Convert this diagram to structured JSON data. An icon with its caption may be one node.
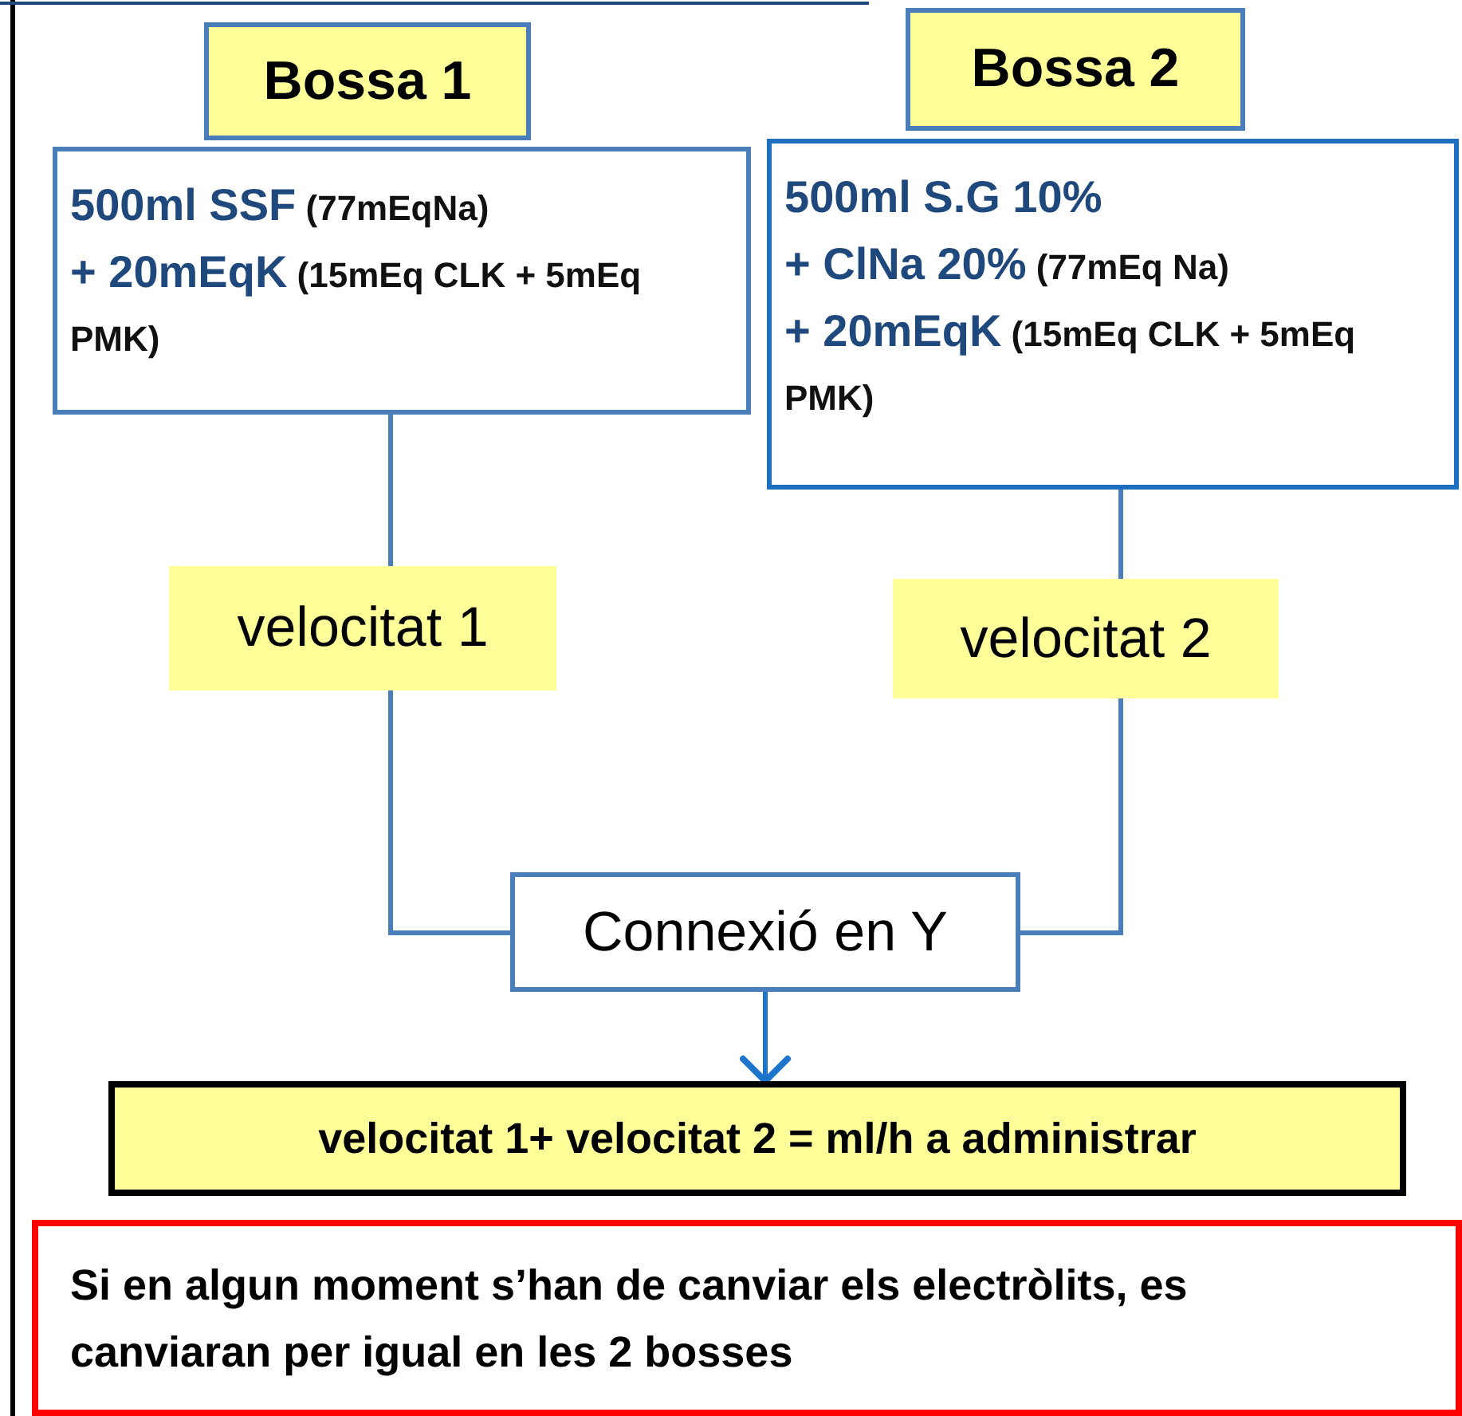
{
  "diagram": {
    "nodes": [
      {
        "text": [
          "Bossa 1"
        ]
      },
      {
        "text": [
          "**500ml SSF** (77mEqNa)",
          "**+ 20mEqK** (15mEq CLK + 5mEq PMK)"
        ]
      },
      {
        "text": [
          "velocitat 1"
        ]
      },
      {
        "text": [
          "Bossa 2"
        ]
      },
      {
        "text": [
          "**500ml S.G 10%**",
          "**+ ClNa 20%** (77mEq Na)",
          "**+ 20mEqK** (15mEq CLK + 5mEq PMK)"
        ]
      },
      {
        "text": [
          "velocitat 2"
        ]
      },
      {
        "text": [
          "Connexió en Y"
        ]
      },
      {
        "text": [
          "velocitat 1+ velocitat 2 = ml/h a administrar"
        ]
      },
      {
        "text": [
          "Si en algun moment s’han de canviar els electròlits, es canviaran per igual en les 2 bosses"
        ]
      }
    ],
    "edges": [
      {
        "from": 1,
        "to": 2,
        "arrow": "none"
      },
      {
        "from": 2,
        "to": 6,
        "arrow": "none"
      },
      {
        "from": 4,
        "to": 5,
        "arrow": "none"
      },
      {
        "from": 5,
        "to": 6,
        "arrow": "none"
      },
      {
        "from": 6,
        "to": 7,
        "arrow": "to",
        "color": "#1c75cc"
      }
    ]
  }
}
